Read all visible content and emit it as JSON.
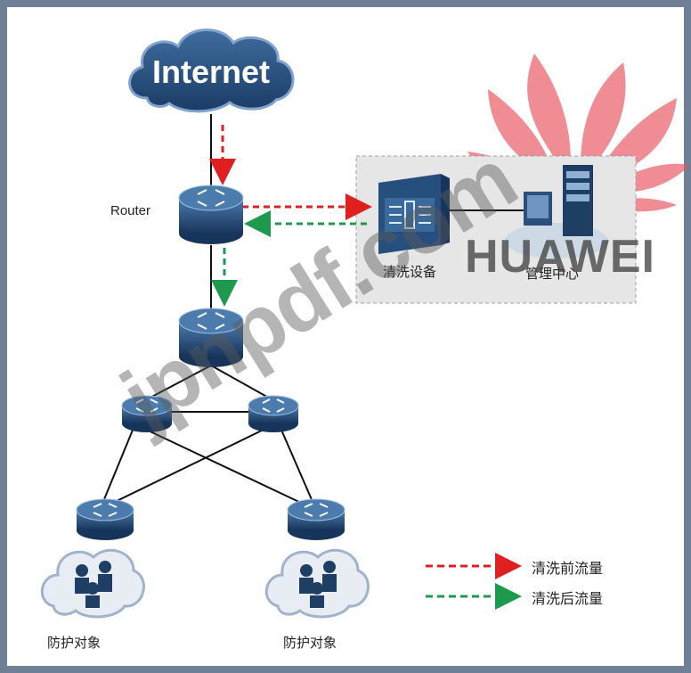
{
  "diagram": {
    "cloud_label": "Internet",
    "router_label": "Router",
    "scrubbing_device_label": "清洗设备",
    "management_center_label": "管理中心",
    "protected_objects": [
      {
        "label": "防护对象"
      },
      {
        "label": "防护对象"
      }
    ]
  },
  "legend": {
    "before_scrubbing": {
      "label": "清洗前流量",
      "color": "#e02020"
    },
    "after_scrubbing": {
      "label": "清洗后流量",
      "color": "#1e9a4e"
    }
  },
  "watermark": {
    "text": "jpnpdf.com"
  },
  "brand": {
    "name": "HUAWEI",
    "color": "#e8505b"
  },
  "colors": {
    "frame": "#6f7f96",
    "device_dark": "#1f3e63",
    "device_light": "#3e6d9e",
    "cloud": "#244a78"
  }
}
